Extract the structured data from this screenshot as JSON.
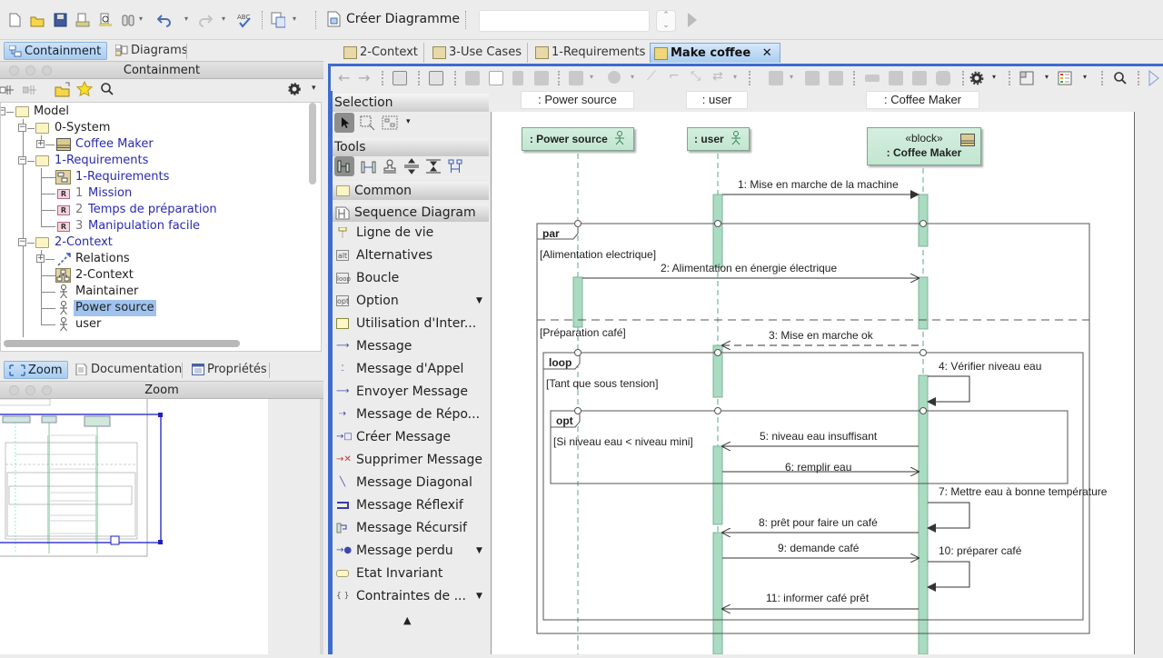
{
  "toolbar": {
    "create_diagram_label": "Créer Diagramme",
    "search_value": "",
    "icons": [
      "new-file-icon",
      "open-icon",
      "save-icon",
      "print-icon",
      "print-preview-icon",
      "find-icon",
      "undo-icon",
      "redo-icon",
      "spellcheck-icon",
      "export-icon"
    ]
  },
  "left_panel": {
    "tabs": [
      {
        "label": "Containment",
        "active": true
      },
      {
        "label": "Diagrams",
        "active": false
      }
    ],
    "header": "Containment",
    "tree": [
      {
        "label": "Model",
        "level": 0,
        "type": "model"
      },
      {
        "label": "0-System",
        "level": 1,
        "type": "folder"
      },
      {
        "label": "Coffee Maker",
        "level": 2,
        "type": "block"
      },
      {
        "label": "1-Requirements",
        "level": 1,
        "type": "folder"
      },
      {
        "label": "1-Requirements",
        "level": 2,
        "type": "diagram"
      },
      {
        "num": "1",
        "label": "Mission",
        "level": 2,
        "type": "requirement"
      },
      {
        "num": "2",
        "label": "Temps de préparation",
        "level": 2,
        "type": "requirement"
      },
      {
        "num": "3",
        "label": "Manipulation facile",
        "level": 2,
        "type": "requirement"
      },
      {
        "label": "2-Context",
        "level": 1,
        "type": "folder"
      },
      {
        "label": "Relations",
        "level": 2,
        "type": "relations"
      },
      {
        "label": "2-Context",
        "level": 2,
        "type": "diagram"
      },
      {
        "label": "Maintainer",
        "level": 2,
        "type": "actor"
      },
      {
        "label": "Power source",
        "level": 2,
        "type": "actor",
        "selected": true
      },
      {
        "label": "user",
        "level": 2,
        "type": "actor"
      }
    ],
    "bottom_tabs": [
      {
        "label": "Zoom",
        "active": true
      },
      {
        "label": "Documentation",
        "active": false
      },
      {
        "label": "Propriétés",
        "active": false
      }
    ],
    "zoom_header": "Zoom"
  },
  "editor": {
    "tabs": [
      {
        "label": "2-Context",
        "active": false
      },
      {
        "label": "3-Use Cases",
        "active": false
      },
      {
        "label": "1-Requirements",
        "active": false
      },
      {
        "label": "Make coffee",
        "active": true,
        "closable": true
      }
    ],
    "close_glyph": "✕"
  },
  "palette": {
    "selection_header": "Selection",
    "tools_header": "Tools",
    "common_header": "Common",
    "sequence_header": "Sequence Diagram",
    "items": [
      {
        "label": "Ligne de vie",
        "icon": "lifeline-icon"
      },
      {
        "label": "Alternatives",
        "icon": "alt-icon"
      },
      {
        "label": "Boucle",
        "icon": "loop-icon"
      },
      {
        "label": "Option",
        "icon": "opt-icon",
        "has_menu": true
      },
      {
        "label": "Utilisation d'Inter...",
        "icon": "interaction-use-icon"
      },
      {
        "label": "Message",
        "icon": "message-icon"
      },
      {
        "label": "Message d'Appel",
        "icon": "call-message-icon"
      },
      {
        "label": "Envoyer Message",
        "icon": "send-message-icon"
      },
      {
        "label": "Message de Répo...",
        "icon": "reply-message-icon"
      },
      {
        "label": "Créer Message",
        "icon": "create-message-icon"
      },
      {
        "label": "Supprimer Message",
        "icon": "delete-message-icon"
      },
      {
        "label": "Message Diagonal",
        "icon": "diagonal-message-icon"
      },
      {
        "label": "Message Réflexif",
        "icon": "reflexive-message-icon"
      },
      {
        "label": "Message Récursif",
        "icon": "recursive-message-icon"
      },
      {
        "label": "Message perdu",
        "icon": "lost-message-icon",
        "has_menu": true
      },
      {
        "label": "Etat Invariant",
        "icon": "state-invariant-icon"
      },
      {
        "label": "Contraintes de ...",
        "icon": "constraints-icon",
        "has_menu": true
      }
    ]
  },
  "diagram": {
    "header_labels": [
      ": Power source",
      ": user",
      ": Coffee Maker"
    ],
    "lifelines": [
      {
        "name": ": Power source",
        "stereotype": "",
        "kind": "actor"
      },
      {
        "name": ": user",
        "stereotype": "",
        "kind": "actor"
      },
      {
        "name": ": Coffee Maker",
        "stereotype": "«block»",
        "kind": "block"
      }
    ],
    "fragments": [
      {
        "operator": "par",
        "guards": [
          "[Alimentation electrique]",
          "[Préparation café]"
        ]
      },
      {
        "operator": "loop",
        "guards": [
          "[Tant que sous tension]"
        ]
      },
      {
        "operator": "opt",
        "guards": [
          "[Si niveau eau < niveau mini]"
        ]
      }
    ],
    "messages": [
      "1: Mise en marche de la machine",
      "2: Alimentation en énergie électrique",
      "3: Mise en marche ok",
      "4: Vérifier niveau eau",
      "5: niveau eau insuffisant",
      "6: remplir eau",
      "7: Mettre eau à bonne température",
      "8: prêt pour faire un café",
      "9: demande café",
      "10: préparer café",
      "11: informer café prêt"
    ]
  },
  "colors": {
    "lifeline_fill": "#c8e8d6",
    "activation_fill": "#a9dcc0",
    "selection_blue": "#9fc3ee",
    "editor_border": "#3f6ccc",
    "link_blue": "#2a2ab0"
  }
}
